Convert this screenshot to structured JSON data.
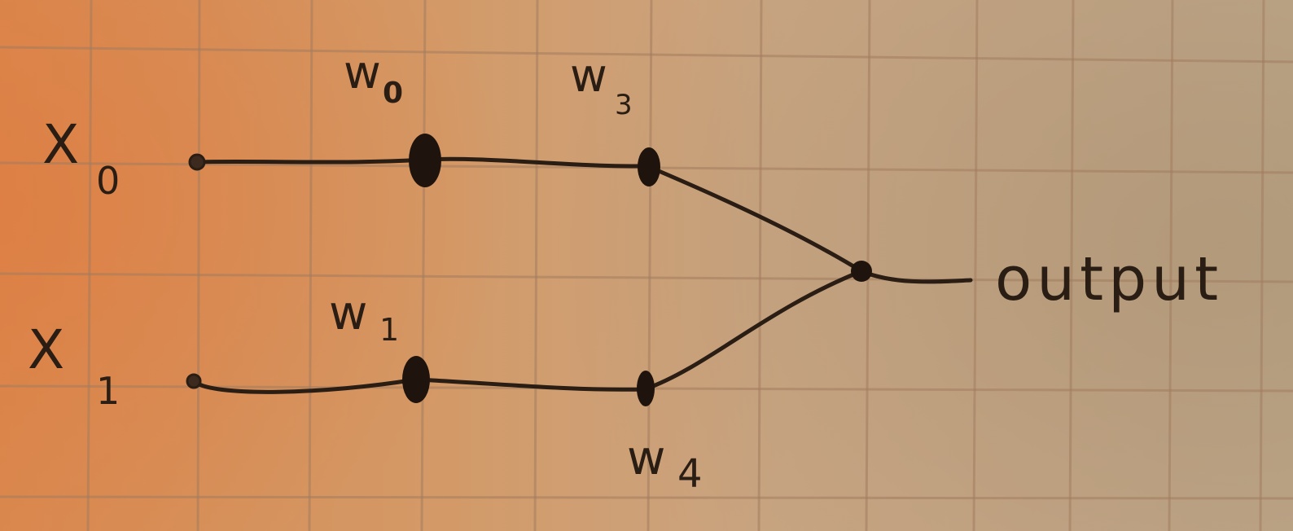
{
  "inputs": {
    "x0": {
      "letter": "X",
      "index": "0"
    },
    "x1": {
      "letter": "X",
      "index": "1"
    }
  },
  "weights": {
    "w0": {
      "letter": "w",
      "index": "0"
    },
    "w1": {
      "letter": "w",
      "index": "1"
    },
    "w3": {
      "letter": "w",
      "index": "3"
    },
    "w4": {
      "letter": "w",
      "index": "4"
    }
  },
  "output": {
    "label": "output"
  },
  "colors": {
    "ink": "#2a1d14",
    "grid": "#a07a5c",
    "paper": "#d39a68"
  }
}
